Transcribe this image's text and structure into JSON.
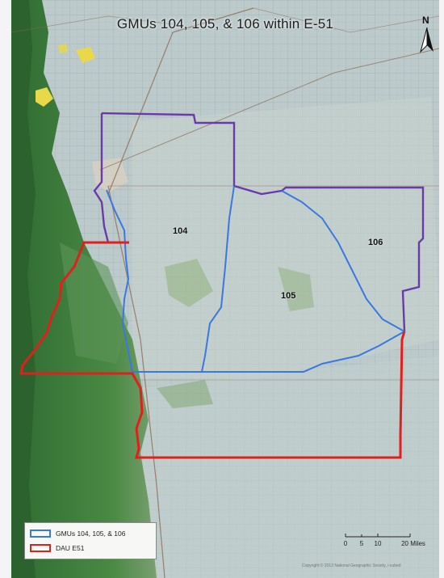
{
  "map": {
    "title": "GMUs 104, 105, & 106 within E-51",
    "north_label": "N",
    "north_arrow_icon": "north-arrow-icon",
    "units": [
      {
        "id": "104",
        "label": "104"
      },
      {
        "id": "105",
        "label": "105"
      },
      {
        "id": "106",
        "label": "106"
      }
    ],
    "legend": {
      "items": [
        {
          "label": "GMUs 104, 105, & 106",
          "color": "#3a78e0"
        },
        {
          "label": "DAU E51",
          "color": "#e0201c"
        }
      ]
    },
    "scale": {
      "ticks": [
        "0",
        "5",
        "10",
        "20 Miles"
      ]
    },
    "credit": "Copyright:© 2013 National Geographic Society, i-cubed",
    "colors": {
      "gmu_boundary": "#3a78e0",
      "dau_boundary": "#e0201c",
      "gmu_outer_boundary": "#6a3aa8",
      "mountains": "#3f7a3a",
      "plains": "#b9c7c8",
      "urban": "#e8d84a"
    }
  }
}
